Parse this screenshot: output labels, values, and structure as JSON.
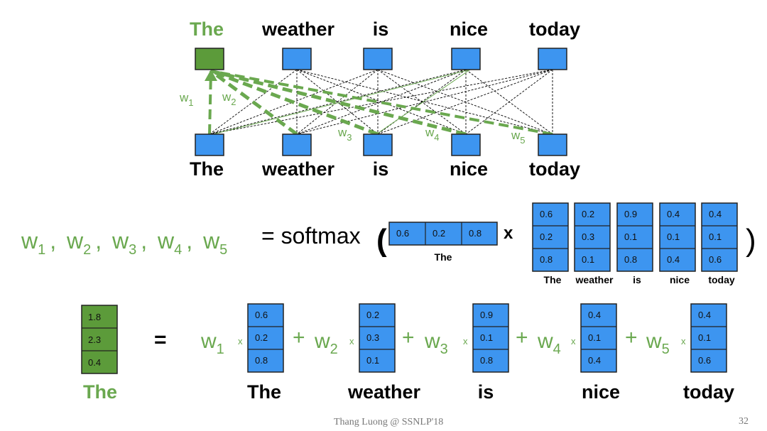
{
  "colors": {
    "node_blue": "#3d95f0",
    "node_green": "#5c9b3a",
    "accent_green": "#6aa84f",
    "text": "#000000"
  },
  "words": [
    "The",
    "weather",
    "is",
    "nice",
    "today"
  ],
  "diagram": {
    "weight_labels": [
      "w",
      "w",
      "w",
      "w",
      "w"
    ],
    "weight_subscripts": [
      "1",
      "2",
      "3",
      "4",
      "5"
    ]
  },
  "softmax_row": {
    "lhs": [
      "w",
      "w",
      "w",
      "w",
      "w"
    ],
    "lhs_subscripts": [
      "1",
      "2",
      "3",
      "4",
      "5"
    ],
    "separator": ",",
    "equals_softmax": "= softmax",
    "open_paren": "(",
    "close_paren": ")",
    "times": "x",
    "query_vector": [
      "0.6",
      "0.2",
      "0.8"
    ],
    "query_label": "The",
    "key_matrix": [
      [
        "0.6",
        "0.2",
        "0.8"
      ],
      [
        "0.2",
        "0.3",
        "0.1"
      ],
      [
        "0.9",
        "0.1",
        "0.8"
      ],
      [
        "0.4",
        "0.1",
        "0.4"
      ],
      [
        "0.4",
        "0.1",
        "0.6"
      ]
    ],
    "key_labels": [
      "The",
      "weather",
      "is",
      "nice",
      "today"
    ]
  },
  "sum_row": {
    "result_vector": [
      "1.8",
      "2.3",
      "0.4"
    ],
    "result_label": "The",
    "equals": "=",
    "plus": "+",
    "times_small": "x",
    "coefficients": [
      "w",
      "w",
      "w",
      "w",
      "w"
    ],
    "coefficient_subscripts": [
      "1",
      "2",
      "3",
      "4",
      "5"
    ],
    "vectors": [
      [
        "0.6",
        "0.2",
        "0.8"
      ],
      [
        "0.2",
        "0.3",
        "0.1"
      ],
      [
        "0.9",
        "0.1",
        "0.8"
      ],
      [
        "0.4",
        "0.1",
        "0.4"
      ],
      [
        "0.4",
        "0.1",
        "0.6"
      ]
    ],
    "vector_labels": [
      "The",
      "weather",
      "is",
      "nice",
      "today"
    ]
  },
  "footer": {
    "credit": "Thang Luong @ SSNLP'18",
    "page_number": "32"
  }
}
